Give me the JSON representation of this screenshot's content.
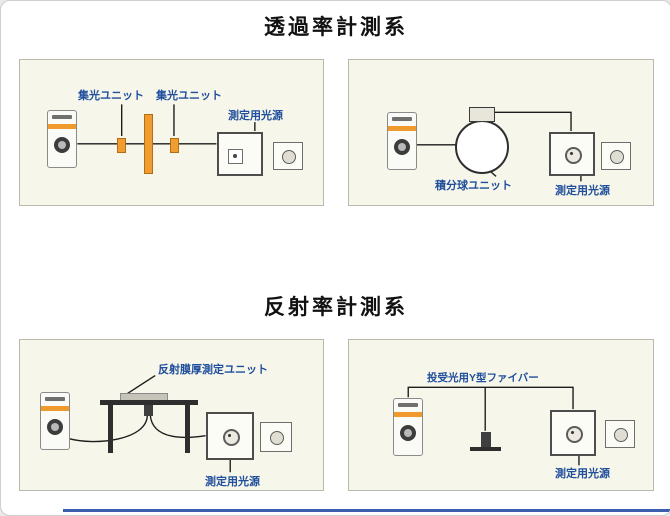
{
  "page": {
    "transmittance_title": "透過率計測系",
    "reflectance_title": "反射率計測系"
  },
  "diagrams": {
    "collimator": {
      "collimator_label_left": "集光ユニット",
      "collimator_label_right": "集光ユニット",
      "light_source_label": "測定用光源"
    },
    "integrating_sphere": {
      "sphere_label": "積分球ユニット",
      "light_source_label": "測定用光源"
    },
    "film_thickness": {
      "unit_label": "反射膜厚測定ユニット",
      "light_source_label": "測定用光源"
    },
    "y_fiber": {
      "fiber_label": "投受光用Y型ファイバー",
      "light_source_label": "測定用光源"
    }
  },
  "colors": {
    "accent_orange": "#ee9a2c",
    "label_blue": "#1f4e9c",
    "panel_background": "#f7f6ea",
    "bottom_rule_blue": "#3a5fae"
  }
}
